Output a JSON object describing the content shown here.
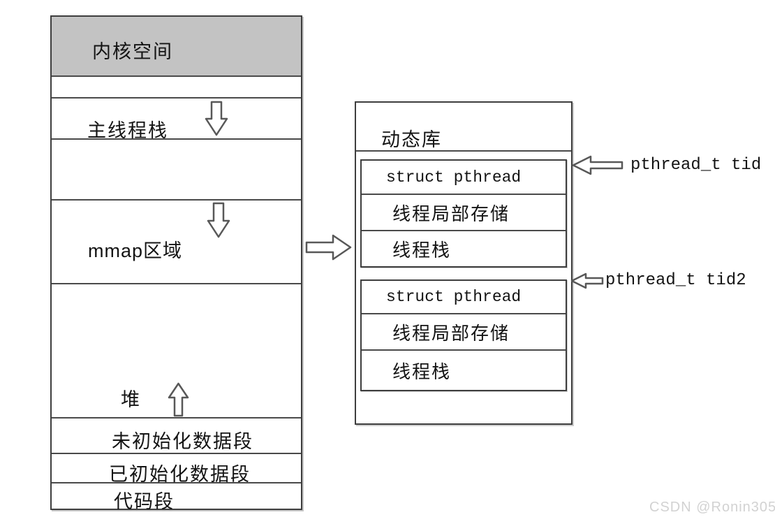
{
  "memory_map": {
    "kernel": "内核空间",
    "main_thread_stack": "主线程栈",
    "mmap_region": "mmap区域",
    "heap": "堆",
    "bss": "未初始化数据段",
    "data_segment": "已初始化数据段",
    "code_segment": "代码段"
  },
  "library": {
    "header": "动态库",
    "blocks": [
      {
        "struct": "struct pthread",
        "tls": "线程局部存储",
        "stack": "线程栈",
        "pointer": "pthread_t tid"
      },
      {
        "struct": "struct pthread",
        "tls": "线程局部存储",
        "stack": "线程栈",
        "pointer": "pthread_t tid2"
      }
    ]
  },
  "icons": {
    "main_stack_arrow": "down-block-arrow",
    "mmap_arrow": "down-block-arrow",
    "heap_arrow": "up-block-arrow",
    "mmap_to_library_arrow": "right-block-arrow",
    "tid_arrow": "left-block-arrow",
    "tid2_arrow": "left-block-arrow"
  },
  "colors": {
    "kernel_fill": "#c3c3c3",
    "line": "#4a4a4a",
    "text": "#141414",
    "watermark": "#d2d2d2",
    "background": "#ffffff"
  },
  "watermark": "CSDN @Ronin305"
}
